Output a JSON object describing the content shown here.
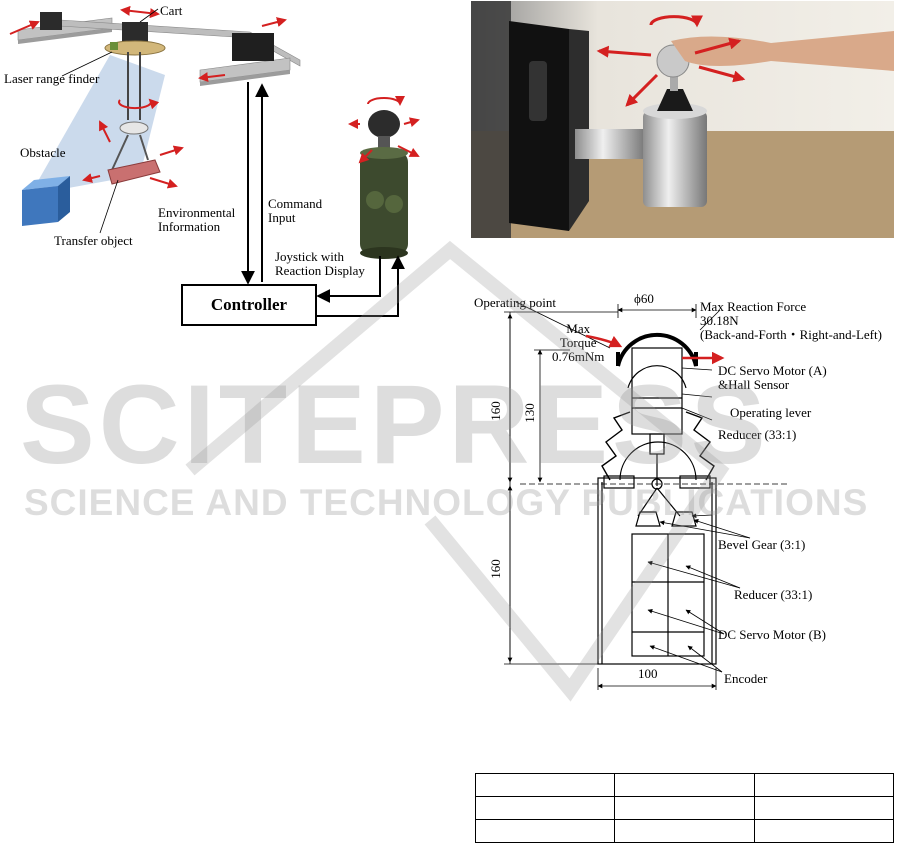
{
  "system_diagram": {
    "cart": "Cart",
    "laser_range_finder": "Laser range finder",
    "obstacle": "Obstacle",
    "transfer_object": "Transfer object",
    "environmental_information": [
      "Environmental",
      "Information"
    ],
    "command_input": [
      "Command",
      "Input"
    ],
    "joystick_label": [
      "Joystick with",
      "Reaction Display"
    ],
    "controller": "Controller"
  },
  "joystick_drawing": {
    "operating_point": "Operating point",
    "diameter": "ϕ60",
    "max_reaction_force": [
      "Max Reaction Force",
      "30.18N",
      "(Back-and-Forth・Right-and-Left)"
    ],
    "max_torque": [
      "Max",
      "Torque",
      "0.76mNm"
    ],
    "dc_servo_motor_a": [
      "DC Servo Motor (A)",
      "&Hall Sensor"
    ],
    "operating_lever": "Operating lever",
    "reducer_upper": "Reducer (33:1)",
    "bevel_gear": "Bevel Gear (3:1)",
    "reducer_lower": "Reducer (33:1)",
    "dc_servo_motor_b": "DC Servo Motor (B)",
    "encoder": "Encoder",
    "dim_160_top": "160",
    "dim_130": "130",
    "dim_160_bottom": "160",
    "dim_100": "100"
  },
  "watermark": {
    "line1": "SCITEPRESS",
    "line2": "SCIENCE AND TECHNOLOGY PUBLICATIONS"
  },
  "colors": {
    "arrow_red": "#d42020",
    "obstacle_blue": "#4f86c6",
    "sensor_fan": "#b9cde6",
    "rail_gray": "#b5b5b5",
    "joystick_green": "#3d4a2e"
  },
  "table": {
    "rows": [
      [
        "",
        "",
        ""
      ],
      [
        "",
        "",
        ""
      ],
      [
        "",
        "",
        ""
      ]
    ]
  }
}
